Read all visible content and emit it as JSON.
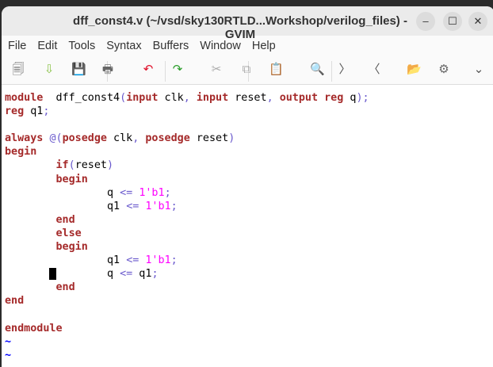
{
  "window": {
    "title": "dff_const4.v (~/vsd/sky130RTLD...Workshop/verilog_files) - GVIM",
    "minimize": "–",
    "maximize": "☐",
    "close": "✕"
  },
  "menu": [
    "File",
    "Edit",
    "Tools",
    "Syntax",
    "Buffers",
    "Window",
    "Help"
  ],
  "toolbar": [
    {
      "icon": "open-file-icon",
      "glyph": "🗐",
      "color": "#666"
    },
    {
      "icon": "load-session-icon",
      "glyph": "⇩",
      "color": "#8bc34a"
    },
    {
      "icon": "save-icon",
      "glyph": "💾",
      "color": "#555"
    },
    {
      "icon": "print-icon",
      "glyph": "🖶",
      "color": "#666"
    },
    {
      "icon": "undo-icon",
      "glyph": "↶",
      "color": "#e0102a"
    },
    {
      "icon": "redo-icon",
      "glyph": "↷",
      "color": "#2a9d2a"
    },
    {
      "icon": "cut-icon",
      "glyph": "✂",
      "color": "#aaa"
    },
    {
      "icon": "copy-icon",
      "glyph": "⧉",
      "color": "#aaa"
    },
    {
      "icon": "paste-icon",
      "glyph": "📋",
      "color": "#666"
    },
    {
      "icon": "find-replace-icon",
      "glyph": "🔍",
      "color": "#3070d0"
    },
    {
      "icon": "find-next-icon",
      "glyph": "〉",
      "color": "#555"
    },
    {
      "icon": "find-previous-icon",
      "glyph": "〈",
      "color": "#555"
    },
    {
      "icon": "load-script-icon",
      "glyph": "📂",
      "color": "#666"
    },
    {
      "icon": "make-icon",
      "glyph": "⚙",
      "color": "#666"
    },
    {
      "icon": "chevron-down-icon",
      "glyph": "⌄",
      "color": "#555"
    }
  ],
  "code": [
    [
      [
        "kw",
        "module"
      ],
      [
        "",
        "  dff_const4"
      ],
      [
        "pu",
        "("
      ],
      [
        "kw",
        "input"
      ],
      [
        "",
        " clk"
      ],
      [
        "pu",
        ","
      ],
      [
        "",
        " "
      ],
      [
        "kw",
        "input"
      ],
      [
        "",
        " reset"
      ],
      [
        "pu",
        ","
      ],
      [
        "",
        " "
      ],
      [
        "kw",
        "output"
      ],
      [
        "",
        " "
      ],
      [
        "kw",
        "reg"
      ],
      [
        "",
        " q"
      ],
      [
        "pu",
        ");"
      ]
    ],
    [
      [
        "kw",
        "reg"
      ],
      [
        "",
        " q1"
      ],
      [
        "pu",
        ";"
      ]
    ],
    [],
    [
      [
        "kw",
        "always"
      ],
      [
        "",
        " "
      ],
      [
        "pu",
        "@("
      ],
      [
        "kw",
        "posedge"
      ],
      [
        "",
        " clk"
      ],
      [
        "pu",
        ","
      ],
      [
        "",
        " "
      ],
      [
        "kw",
        "posedge"
      ],
      [
        "",
        " reset"
      ],
      [
        "pu",
        ")"
      ]
    ],
    [
      [
        "kw",
        "begin"
      ]
    ],
    [
      [
        "",
        "        "
      ],
      [
        "kw",
        "if"
      ],
      [
        "pu",
        "("
      ],
      [
        "",
        "reset"
      ],
      [
        "pu",
        ")"
      ]
    ],
    [
      [
        "",
        "        "
      ],
      [
        "kw",
        "begin"
      ]
    ],
    [
      [
        "",
        "                q "
      ],
      [
        "pu",
        "<="
      ],
      [
        "",
        " "
      ],
      [
        "nu",
        "1'b1"
      ],
      [
        "pu",
        ";"
      ]
    ],
    [
      [
        "",
        "                q1 "
      ],
      [
        "pu",
        "<="
      ],
      [
        "",
        " "
      ],
      [
        "nu",
        "1'b1"
      ],
      [
        "pu",
        ";"
      ]
    ],
    [
      [
        "",
        "        "
      ],
      [
        "kw",
        "end"
      ]
    ],
    [
      [
        "",
        "        "
      ],
      [
        "kw",
        "else"
      ]
    ],
    [
      [
        "",
        "        "
      ],
      [
        "kw",
        "begin"
      ]
    ],
    [
      [
        "",
        "                q1 "
      ],
      [
        "pu",
        "<="
      ],
      [
        "",
        " "
      ],
      [
        "nu",
        "1'b1"
      ],
      [
        "pu",
        ";"
      ]
    ],
    [
      [
        "",
        "       "
      ],
      [
        "cur",
        " "
      ],
      [
        "",
        "        q "
      ],
      [
        "pu",
        "<="
      ],
      [
        "",
        " q1"
      ],
      [
        "pu",
        ";"
      ]
    ],
    [
      [
        "",
        "        "
      ],
      [
        "kw",
        "end"
      ]
    ],
    [
      [
        "kw",
        "end"
      ]
    ],
    [],
    [
      [
        "kw",
        "endmodule"
      ]
    ],
    [
      [
        "ti",
        "~"
      ]
    ],
    [
      [
        "ti",
        "~"
      ]
    ],
    [
      [
        "ti",
        "~"
      ]
    ]
  ],
  "colors": {
    "keyword": "#a52a2a",
    "punctuation": "#6a5acd",
    "number": "#ff00ff",
    "tilde": "#0000ff"
  }
}
